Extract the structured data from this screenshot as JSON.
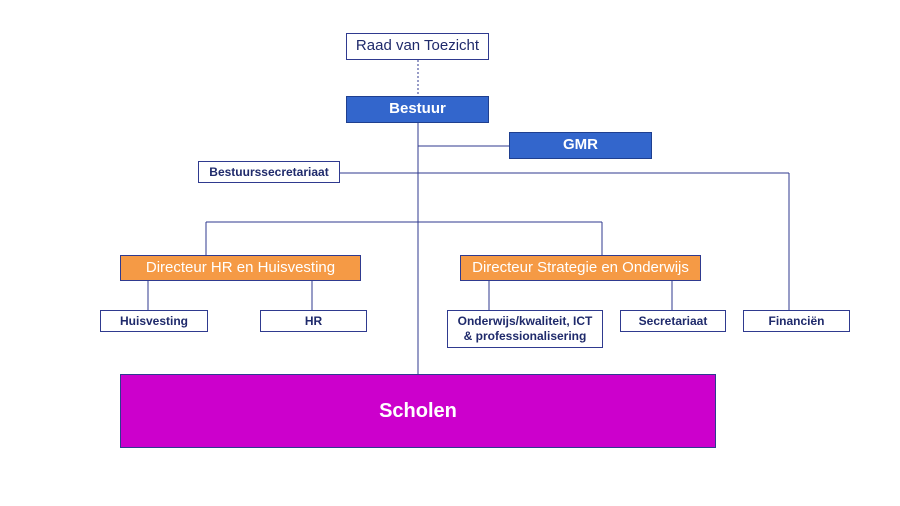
{
  "diagram": {
    "raad": "Raad van Toezicht",
    "bestuur": "Bestuur",
    "gmr": "GMR",
    "secretariaat_bestuur": "Bestuurssecretariaat",
    "dir_hr": "Directeur HR en Huisvesting",
    "dir_strategie": "Directeur Strategie en Onderwijs",
    "huisvesting": "Huisvesting",
    "hr": "HR",
    "onderwijs_line1": "Onderwijs/kwaliteit, ICT",
    "onderwijs_line2": "& professionalisering",
    "secretariaat": "Secretariaat",
    "financien": "Financiën",
    "scholen": "Scholen"
  },
  "colors": {
    "line": "#2f3a8f",
    "blue": "#3366cc",
    "orange": "#f59a45",
    "magenta": "#cc00cc"
  }
}
